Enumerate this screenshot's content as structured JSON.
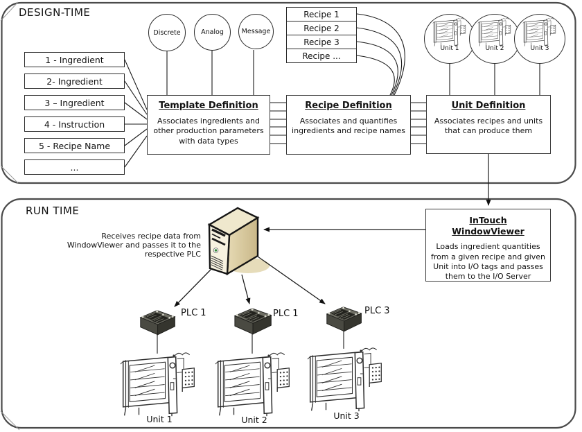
{
  "design_time": {
    "label": "DESIGN-TIME",
    "template_fields": [
      "1 - Ingredient",
      "2- Ingredient",
      "3 – Ingredient",
      "4 - Instruction",
      "5 - Recipe Name",
      "..."
    ],
    "data_types": [
      "Discrete",
      "Analog",
      "Message"
    ],
    "recipes": [
      "Recipe 1",
      "Recipe 2",
      "Recipe 3",
      "Recipe ..."
    ],
    "units": [
      "Unit 1",
      "Unit 2",
      "Unit 3"
    ],
    "template_definition": {
      "title": "Template Definition",
      "description": "Associates ingredients and other production parameters with data types"
    },
    "recipe_definition": {
      "title": "Recipe Definition",
      "description": "Associates and quantifies ingredients and recipe names"
    },
    "unit_definition": {
      "title": "Unit Definition",
      "description": "Associates recipes and units that can produce them"
    }
  },
  "run_time": {
    "label": "RUN TIME",
    "server_note_lines": [
      "Receives recipe data from",
      "WindowViewer and passes it to the",
      "respective PLC"
    ],
    "window_viewer": {
      "title_line1": "InTouch",
      "title_line2": "WindowViewer",
      "description": "Loads ingredient quantities from a given recipe and given Unit into I/O tags and passes them to the I/O Server"
    },
    "plcs": [
      "PLC 1",
      "PLC 1",
      "PLC 3"
    ],
    "units": [
      "Unit 1",
      "Unit 2",
      "Unit 3"
    ]
  },
  "colors": {
    "line": "#1a1a1a",
    "section_border": "#4a4a4a",
    "server_front": "#f7f2e0",
    "server_side": "#d9caa1",
    "server_shadow": "#e6dcba",
    "plc_body": "#4a4a42",
    "led_green": "#3a8a3a"
  }
}
